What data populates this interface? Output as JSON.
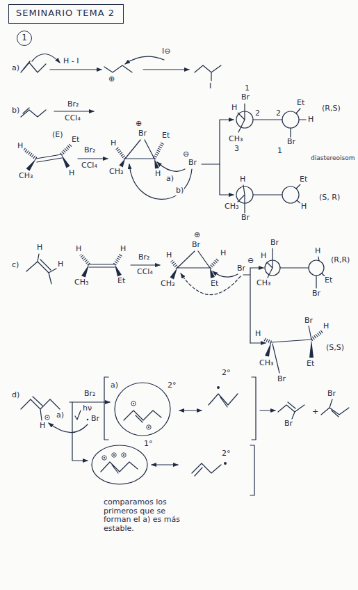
{
  "diagram": {
    "nodes": [
      {
        "text": [
          "SEMINARIO TEMA 2"
        ]
      },
      {
        "text": [
          "1"
        ]
      }
    ],
    "labels": [
      "a)",
      "H - I",
      "I⊖",
      "⊕",
      "I",
      "b)",
      "Br₂",
      "CCl₄",
      "(E)",
      "H",
      "Et",
      "CH₃",
      "H",
      "Br₂",
      "CCl₄",
      "H",
      "⊕",
      "Br",
      "Et",
      "CH₃",
      "H",
      "⊖",
      "Br",
      "a)",
      "b)",
      "1",
      "Br",
      "H",
      "2",
      "CH₃",
      "3",
      "Et",
      "H",
      "2",
      "Br",
      "1",
      "(R,S)",
      "diastereoisom",
      "H",
      "Et",
      "CH₃",
      "H",
      "Br",
      "(S, R)",
      "c)",
      "H",
      "H",
      "H",
      "H",
      "CH₃",
      "Et",
      "Br₂",
      "CCl₄",
      "H",
      "⊕",
      "Br",
      "H",
      "CH₃",
      "Et",
      "Br",
      "⊖",
      "Br",
      "H",
      "H",
      "(R,R)",
      "CH₃",
      "Et",
      "Br",
      "Br",
      "H",
      "H",
      "(S,S)",
      "CH₃",
      "Et",
      "Br",
      "d)",
      "H",
      "a)",
      "Br₂",
      "hν",
      "Br",
      "a)",
      "2°",
      "2°",
      "Br",
      "+",
      "Br",
      "1°",
      "2°",
      "comparamos los primeros que se forman el a) es más estable."
    ]
  }
}
